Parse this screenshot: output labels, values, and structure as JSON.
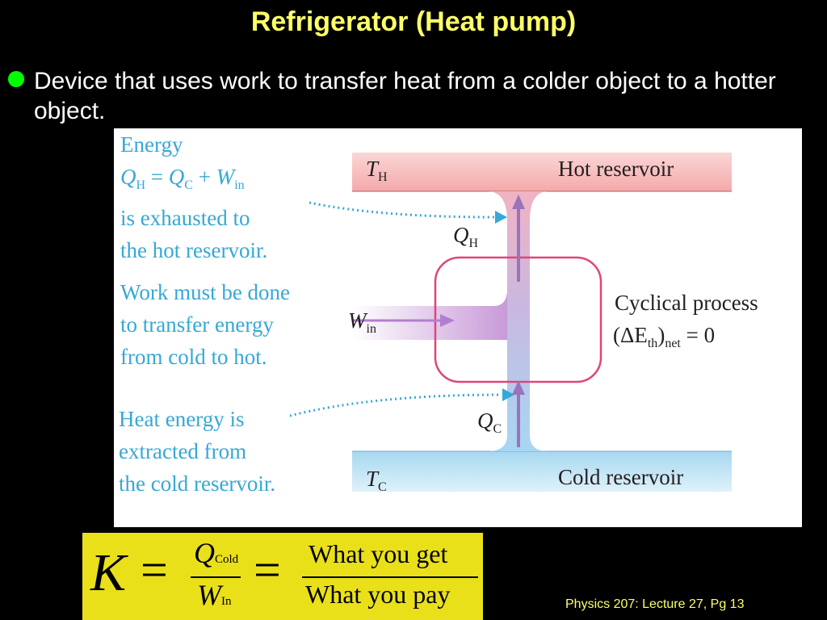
{
  "title": "Refrigerator (Heat pump)",
  "bullet": "Device that uses work to transfer heat from a colder object to a hotter object.",
  "diagram": {
    "energy_lines": [
      "Energy",
      "is exhausted to",
      "the hot reservoir."
    ],
    "eq_qh": "Q",
    "eq_qh_sub": "H",
    "eq_eq1": "=",
    "eq_qc": "Q",
    "eq_qc_sub": "C",
    "eq_plus": "+",
    "eq_w": "W",
    "eq_w_sub": "in",
    "work_lines": [
      "Work must be done",
      "to transfer energy",
      "from cold to hot."
    ],
    "heat_lines": [
      "Heat energy is",
      "extracted from",
      "the cold reservoir."
    ],
    "th_symbol": "T",
    "th_sub": "H",
    "hot_label": "Hot reservoir",
    "qh_symbol": "Q",
    "qh_sub": "H",
    "win_symbol": "W",
    "win_sub": "in",
    "cyclical": "Cyclical process",
    "delta_open": "(ΔE",
    "delta_sub1": "th",
    "delta_close": ")",
    "delta_sub2": "net",
    "delta_eq": " = 0",
    "qc_symbol": "Q",
    "qc_sub": "C",
    "tc_symbol": "T",
    "tc_sub": "C",
    "cold_label": "Cold reservoir"
  },
  "formula": {
    "k": "K",
    "eq1": "=",
    "num_sym": "Q",
    "num_sub": "Cold",
    "den_sym": "W",
    "den_sub": "In",
    "eq2": "=",
    "num_text": "What you get",
    "den_text": "What you pay"
  },
  "footer": "Physics 207: Lecture 27, Pg 13",
  "colors": {
    "title": "#ffff66",
    "bullet": "#00ff00",
    "annotation_blue": "#36a8d6",
    "cycle_red": "#e0457a",
    "formula_bg": "#e9e01a"
  }
}
